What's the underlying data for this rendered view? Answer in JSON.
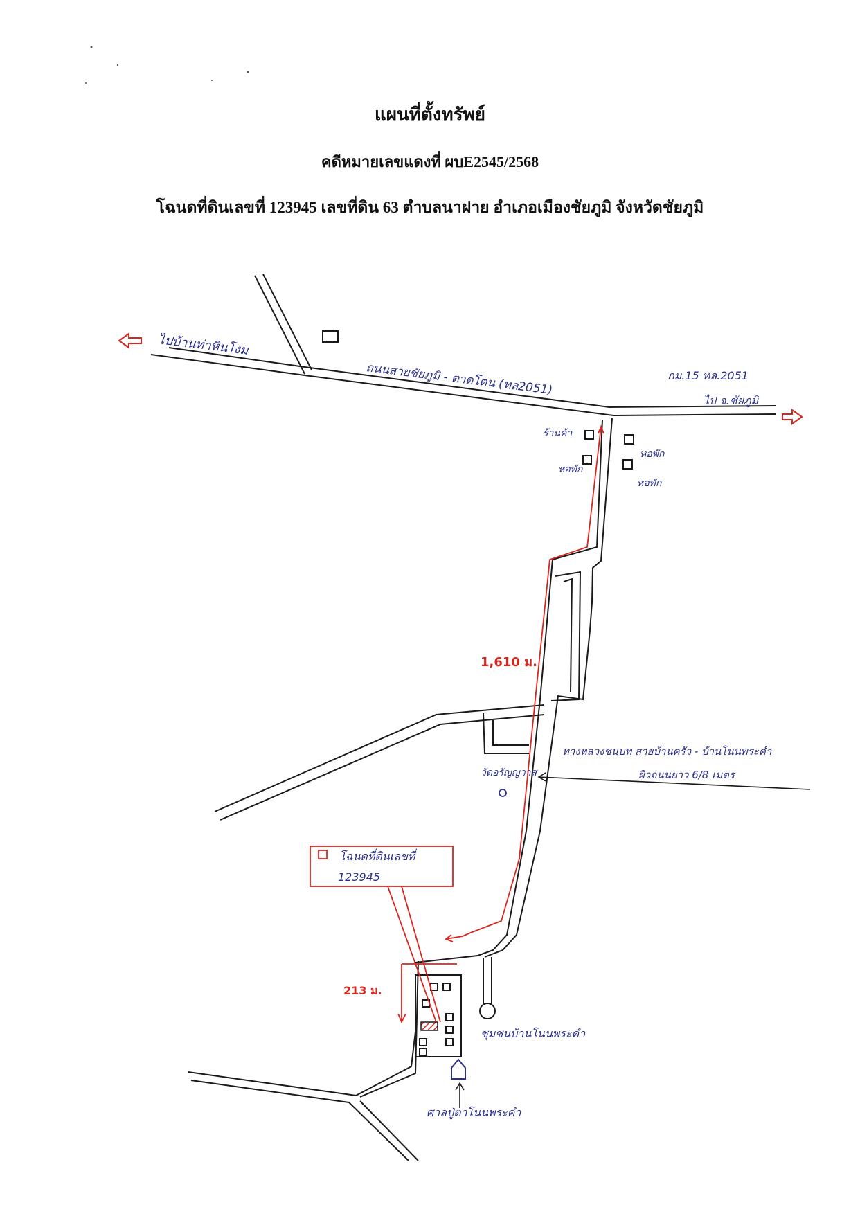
{
  "header": {
    "title": "แผนที่ตั้งทรัพย์",
    "case_line": "คดีหมายเลขแดงที่  ผบE2545/2568",
    "deed_line": "โฉนดที่ดินเลขที่ 123945 เลขที่ดิน 63 ตำบลนาฝาย  อำเภอเมืองชัยภูมิ  จังหวัดชัยภูมิ"
  },
  "map": {
    "to_left_label": "ไปบ้านท่าหินโงม",
    "main_road_label": "ถนนสายชัยภูมิ - ตาดโตน (ทล2051)",
    "km_label": "กม.15 ทล.2051",
    "to_right_label": "ไป จ.ชัยภูมิ",
    "shop_label": "ร้านค้า",
    "dorm_labels": [
      "หอพัก",
      "หอพัก",
      "หอพัก"
    ],
    "distance_main": "1,610 ม.",
    "rural_road_label": "ทางหลวงชนบท สายบ้านครัว - บ้านโนนพระคำ",
    "road_width_label": "ผิวถนนยาว 6/8 เมตร",
    "temple_label": "วัดอรัญญวาส",
    "deed_box_line1": "โฉนดที่ดินเลขที่",
    "deed_box_line2": "123945",
    "distance_branch": "213 ม.",
    "community_label": "ชุมชนบ้านโนนพระคำ",
    "shrine_label": "ศาลปู่ตาโนนพระคำ"
  },
  "colors": {
    "ink": "#1a1a1a",
    "blue_ink": "#2a2f8a",
    "red_ink": "#d8261e",
    "title_text": "#111111"
  }
}
